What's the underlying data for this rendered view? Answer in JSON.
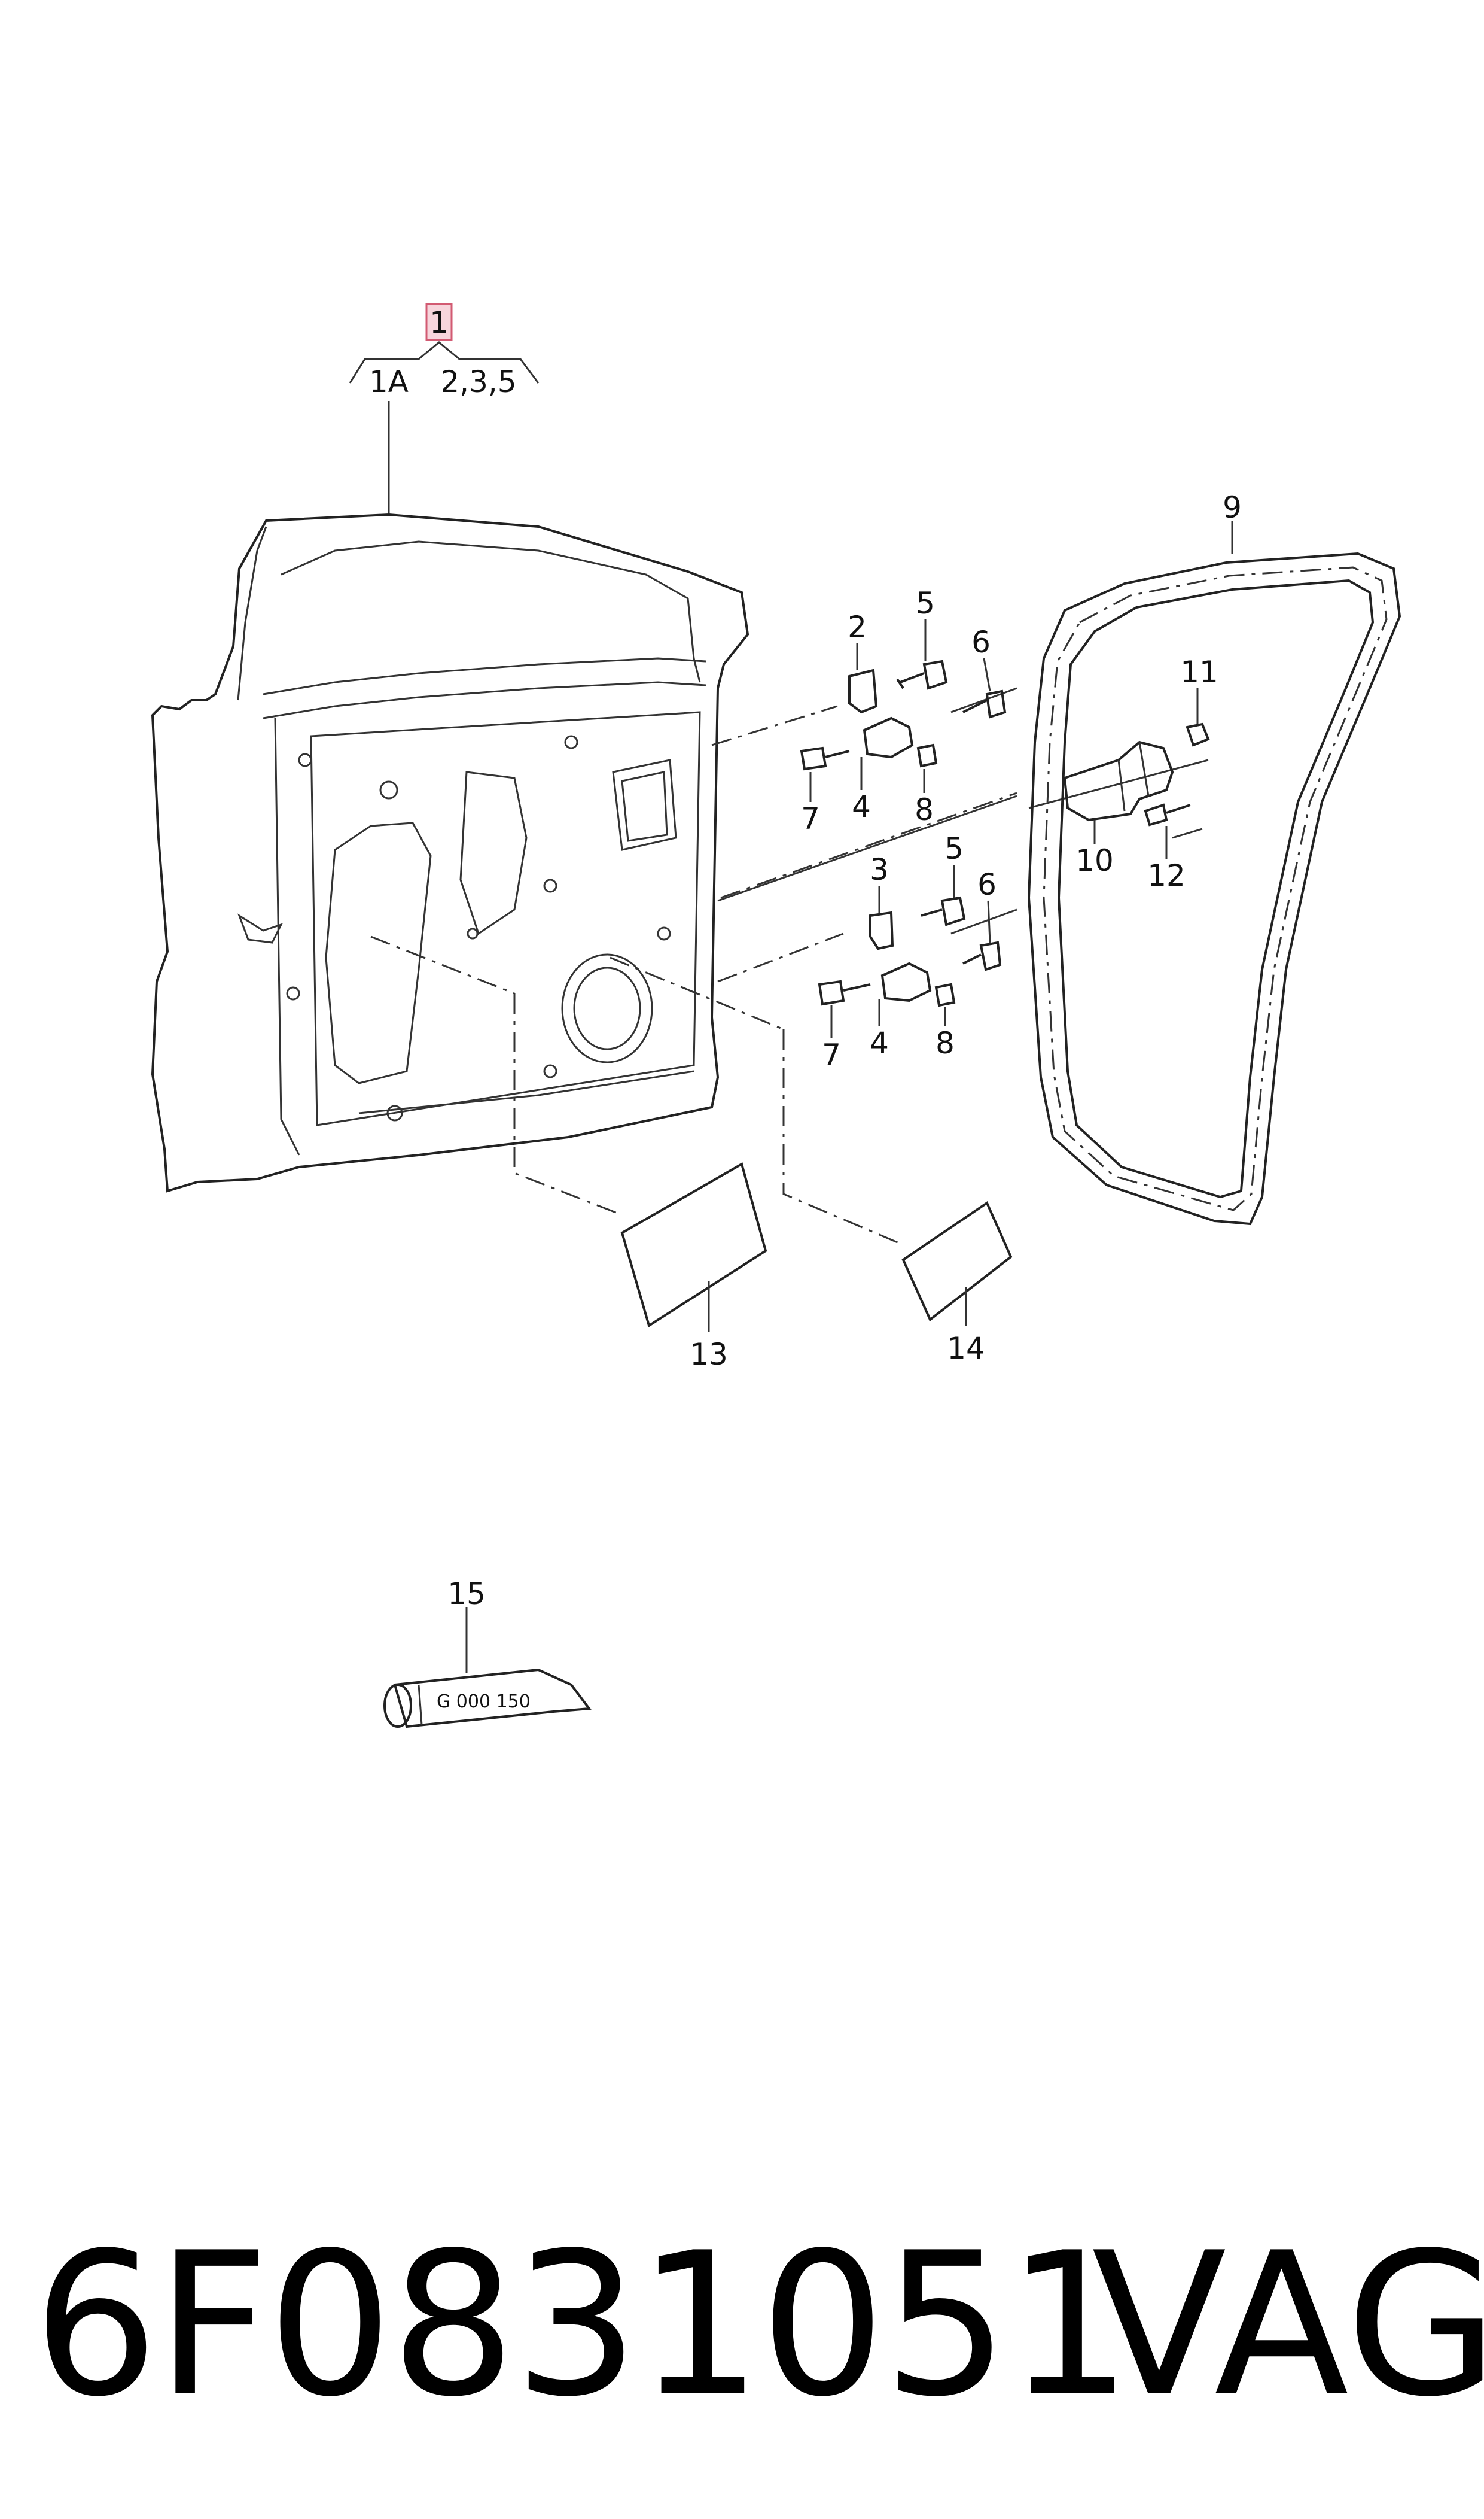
{
  "diagram": {
    "callout_main": "1",
    "callout_1a": "1A",
    "callout_group": "2,3,5",
    "callouts": {
      "c2": "2",
      "c3": "3",
      "c4a": "4",
      "c4b": "4",
      "c5a": "5",
      "c5b": "5",
      "c6a": "6",
      "c6b": "6",
      "c7a": "7",
      "c7b": "7",
      "c8a": "8",
      "c8b": "8",
      "c9": "9",
      "c10": "10",
      "c11": "11",
      "c12": "12",
      "c13": "13",
      "c14": "14",
      "c15": "15"
    },
    "tube_label": "G  000 150"
  },
  "footer": {
    "part_number": "6F0831051",
    "brand": "VAG"
  }
}
